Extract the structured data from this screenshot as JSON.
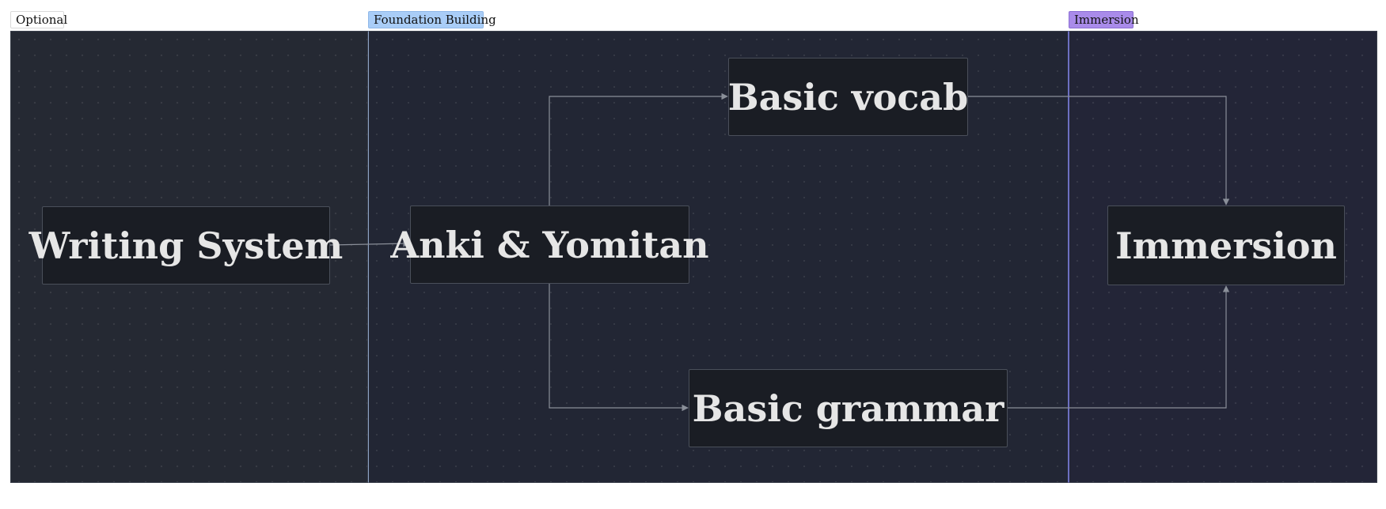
{
  "groups": {
    "optional": {
      "label": "Optional"
    },
    "foundation": {
      "label": "Foundation Building"
    },
    "immersion": {
      "label": "Immersion"
    }
  },
  "nodes": {
    "writing_system": "Writing System",
    "anki_yomitan": "Anki & Yomitan",
    "basic_vocab": "Basic vocab",
    "basic_grammar": "Basic grammar",
    "immersion": "Immersion"
  },
  "colors": {
    "foundation_label": "#a9cdf7",
    "immersion_label": "#a98bea",
    "canvas": "#222634",
    "node_fill": "#1a1d24",
    "edge": "#8a8f99"
  }
}
